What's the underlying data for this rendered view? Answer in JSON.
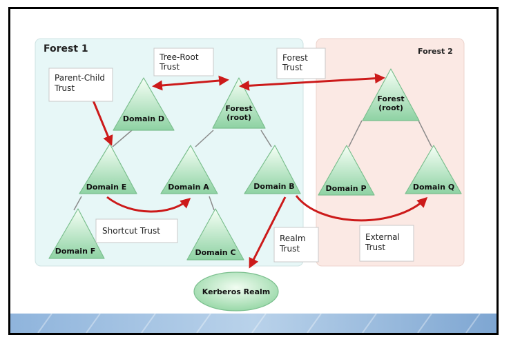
{
  "forests": {
    "forest1": {
      "label": "Forest 1"
    },
    "forest2": {
      "label": "Forest 2"
    }
  },
  "domains": {
    "forest1_root": [
      "Forest",
      "(root)"
    ],
    "domain_d": "Domain D",
    "domain_e": "Domain E",
    "domain_a": "Domain A",
    "domain_b": "Domain B",
    "domain_f": "Domain F",
    "domain_c": "Domain C",
    "forest2_root": [
      "Forest",
      "(root)"
    ],
    "domain_p": "Domain P",
    "domain_q": "Domain Q"
  },
  "realm": {
    "label": "Kerberos Realm"
  },
  "trusts": {
    "parent_child": [
      "Parent-Child",
      "Trust"
    ],
    "tree_root": [
      "Tree-Root",
      "Trust"
    ],
    "forest": [
      "Forest",
      "Trust"
    ],
    "shortcut": "Shortcut Trust",
    "realm": [
      "Realm",
      "Trust"
    ],
    "external": [
      "External",
      "Trust"
    ]
  },
  "colors": {
    "forest1_bg": "#e6f7f7",
    "forest2_bg": "#fbe9e4",
    "triangle_top": "#f4fdf4",
    "triangle_bottom": "#8fd3a4",
    "arrow": "#cc1a1a",
    "connector": "#8a8a8a"
  }
}
